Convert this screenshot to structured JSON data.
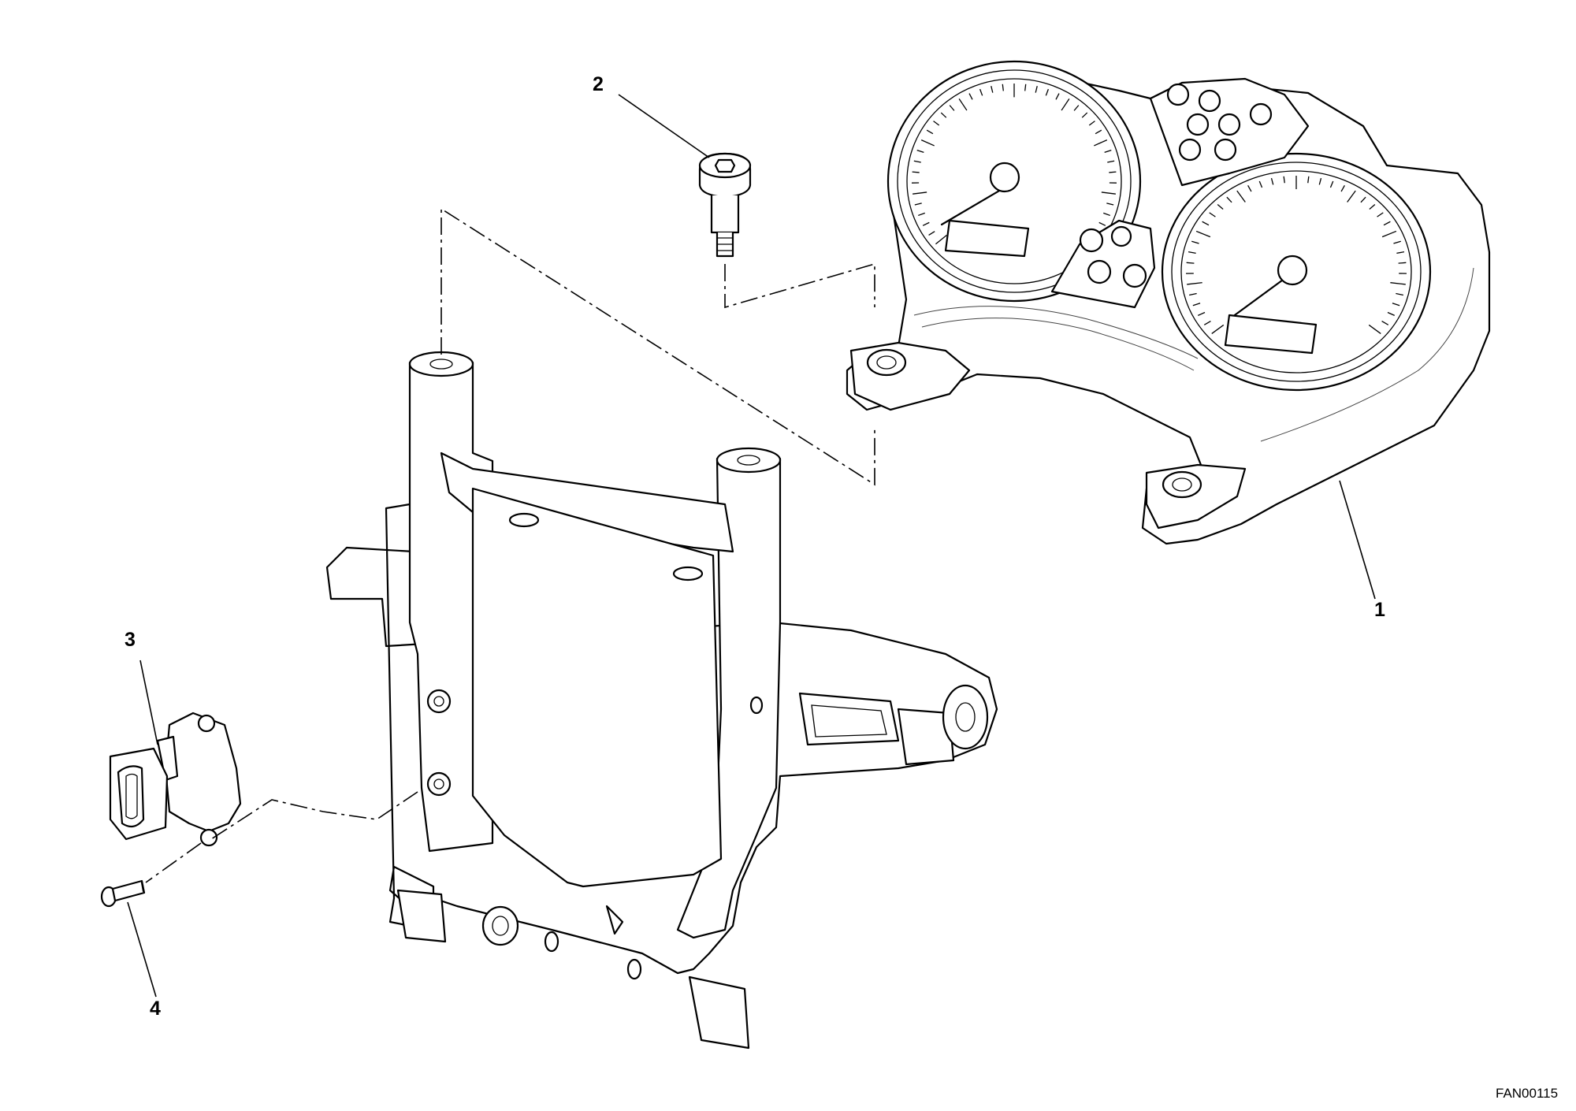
{
  "callouts": [
    {
      "id": "1",
      "label": "1"
    },
    {
      "id": "2",
      "label": "2"
    },
    {
      "id": "3",
      "label": "3"
    },
    {
      "id": "4",
      "label": "4"
    }
  ],
  "drawing_code": "FAN00115"
}
